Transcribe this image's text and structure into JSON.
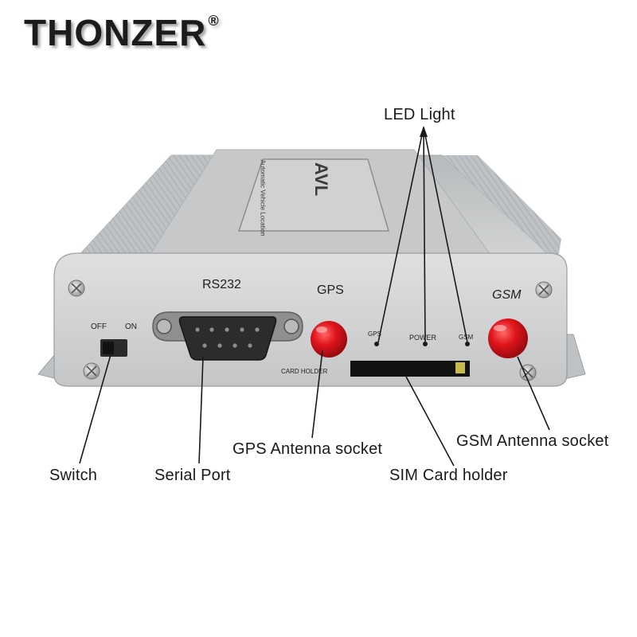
{
  "brand": {
    "name": "THONZER",
    "registered_mark": "®"
  },
  "device": {
    "top_label": "AVL",
    "top_sublabel": "Automatic Vehicle Location",
    "panel": {
      "rs232": "RS232",
      "gps": "GPS",
      "gsm": "GSM",
      "off": "OFF",
      "on": "ON",
      "card_holder": "CARD HOLDER",
      "led_gps": "GPS",
      "led_power": "POWER",
      "led_gsm": "GSM"
    }
  },
  "callouts": {
    "led_light": "LED Light",
    "switch": "Switch",
    "serial_port": "Serial Port",
    "gps_antenna": "GPS Antenna socket",
    "sim_holder": "SIM Card holder",
    "gsm_antenna": "GSM Antenna socket"
  },
  "colors": {
    "aluminum": "#c9cbcc",
    "antenna_red": "#d8141a",
    "background": "#ffffff"
  }
}
